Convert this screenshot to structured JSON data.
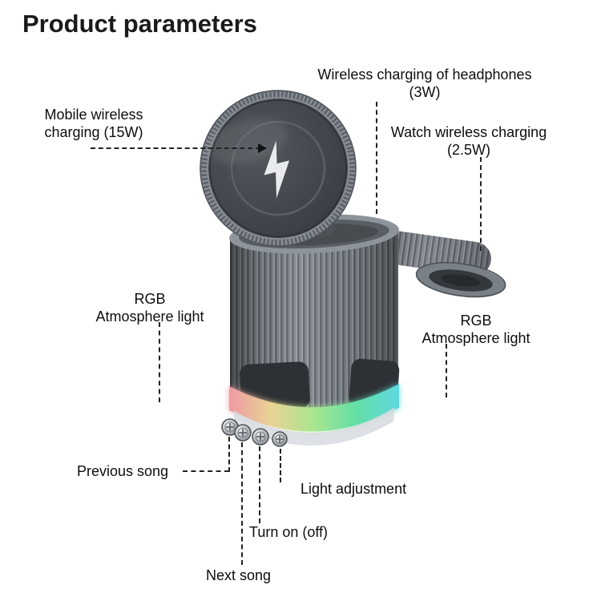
{
  "title": "Product parameters",
  "annotations": {
    "headphones": {
      "line1": "Wireless charging of headphones",
      "line2": "(3W)"
    },
    "mobile": {
      "line1": "Mobile wireless",
      "line2": "charging (15W)"
    },
    "watch": {
      "line1": "Watch wireless charging",
      "line2": "(2.5W)"
    },
    "rgb_left": {
      "line1": "RGB",
      "line2": "Atmosphere light"
    },
    "rgb_right": {
      "line1": "RGB",
      "line2": "Atmosphere light"
    },
    "previous_song": "Previous song",
    "light_adjustment": "Light adjustment",
    "power": "Turn on (off)",
    "next_song": "Next song"
  },
  "colors": {
    "text": "#0d0d0d",
    "leader_line": "#222222",
    "rgb_band": [
      "#ef9aa4",
      "#e8d494",
      "#a8e690",
      "#62dfa6",
      "#5fd8e0"
    ]
  }
}
